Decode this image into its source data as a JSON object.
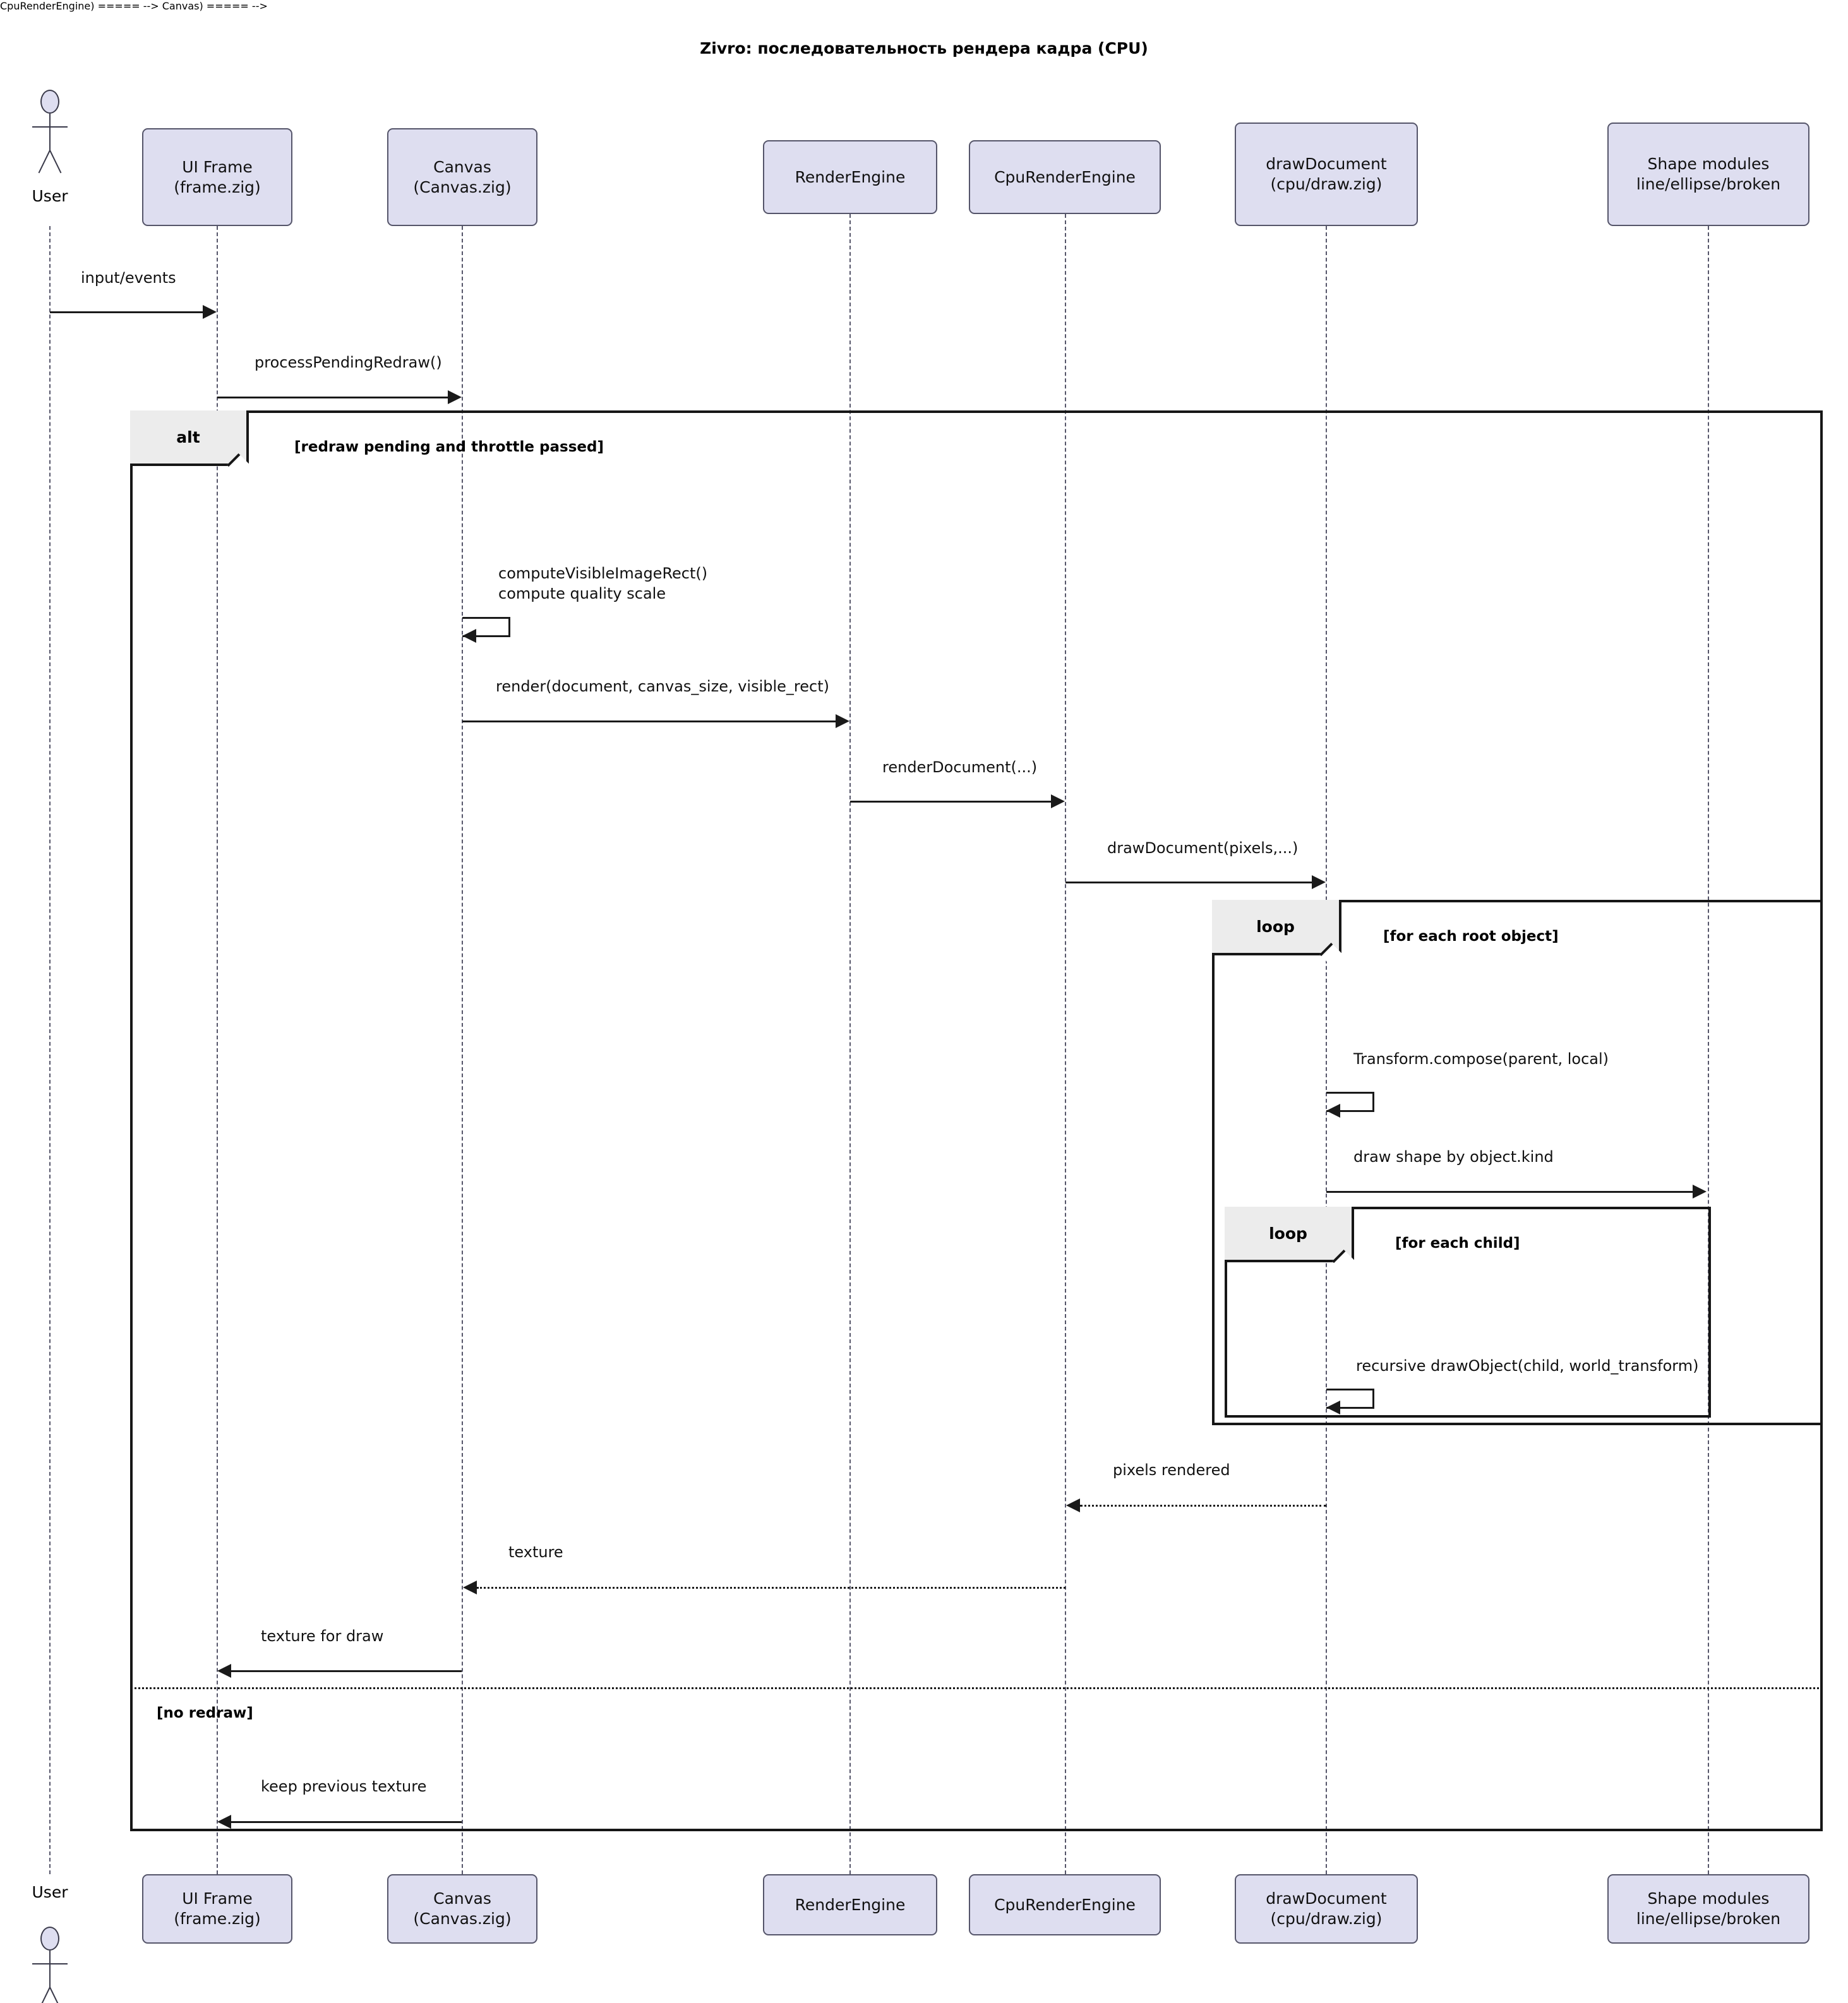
{
  "diagram": {
    "title": "Zivro: последовательность рендера кадра (CPU)",
    "type": "uml-sequence-diagram",
    "colors": {
      "participant_fill": "#dedef0",
      "participant_border": "#55556a",
      "fragment_tab_fill": "#ececec",
      "fragment_border": "#161616",
      "line": "#1a1a1a",
      "background": "#ffffff"
    }
  },
  "actor": {
    "name": "User",
    "label_top": "User",
    "label_bottom": "User"
  },
  "participants": [
    {
      "id": "ui-frame",
      "line1": "UI Frame",
      "line2": "(frame.zig)"
    },
    {
      "id": "canvas",
      "line1": "Canvas",
      "line2": "(Canvas.zig)"
    },
    {
      "id": "render-engine",
      "line1": "RenderEngine",
      "line2": ""
    },
    {
      "id": "cpu-render-engine",
      "line1": "CpuRenderEngine",
      "line2": ""
    },
    {
      "id": "draw-document",
      "line1": "drawDocument",
      "line2": "(cpu/draw.zig)"
    },
    {
      "id": "shape-modules",
      "line1": "Shape modules",
      "line2": "line/ellipse/broken"
    }
  ],
  "messages": [
    {
      "id": "input-events",
      "label": "input/events",
      "from": "User",
      "to": "UI Frame",
      "style": "solid"
    },
    {
      "id": "process-pending-redraw",
      "label": "processPendingRedraw()",
      "from": "UI Frame",
      "to": "Canvas",
      "style": "solid"
    },
    {
      "id": "compute-visible-image-rect",
      "label": "computeVisibleImageRect()\ncompute quality scale",
      "from": "Canvas",
      "to": "Canvas",
      "style": "self"
    },
    {
      "id": "render",
      "label": "render(document, canvas_size, visible_rect)",
      "from": "Canvas",
      "to": "RenderEngine",
      "style": "solid"
    },
    {
      "id": "render-document",
      "label": "renderDocument(...)",
      "from": "RenderEngine",
      "to": "CpuRenderEngine",
      "style": "solid"
    },
    {
      "id": "draw-document-call",
      "label": "drawDocument(pixels,...)",
      "from": "CpuRenderEngine",
      "to": "drawDocument",
      "style": "solid"
    },
    {
      "id": "transform-compose",
      "label": "Transform.compose(parent, local)",
      "from": "drawDocument",
      "to": "drawDocument",
      "style": "self"
    },
    {
      "id": "draw-shape",
      "label": "draw shape by object.kind",
      "from": "drawDocument",
      "to": "Shape modules",
      "style": "solid"
    },
    {
      "id": "recursive-draw-object",
      "label": "recursive drawObject(child, world_transform)",
      "from": "drawDocument",
      "to": "drawDocument",
      "style": "self"
    },
    {
      "id": "pixels-rendered",
      "label": "pixels rendered",
      "from": "drawDocument",
      "to": "CpuRenderEngine",
      "style": "dotted"
    },
    {
      "id": "texture",
      "label": "texture",
      "from": "CpuRenderEngine",
      "to": "Canvas",
      "style": "dotted"
    },
    {
      "id": "texture-for-draw",
      "label": "texture for draw",
      "from": "Canvas",
      "to": "UI Frame",
      "style": "solid"
    },
    {
      "id": "keep-previous-texture",
      "label": "keep previous texture",
      "from": "Canvas",
      "to": "UI Frame",
      "style": "solid"
    }
  ],
  "fragments": [
    {
      "id": "alt-redraw",
      "operator": "alt",
      "condition": "[redraw pending and throttle passed]",
      "else_condition": "[no redraw]"
    },
    {
      "id": "loop-root-object",
      "operator": "loop",
      "condition": "[for each root object]"
    },
    {
      "id": "loop-child",
      "operator": "loop",
      "condition": "[for each child]"
    }
  ]
}
